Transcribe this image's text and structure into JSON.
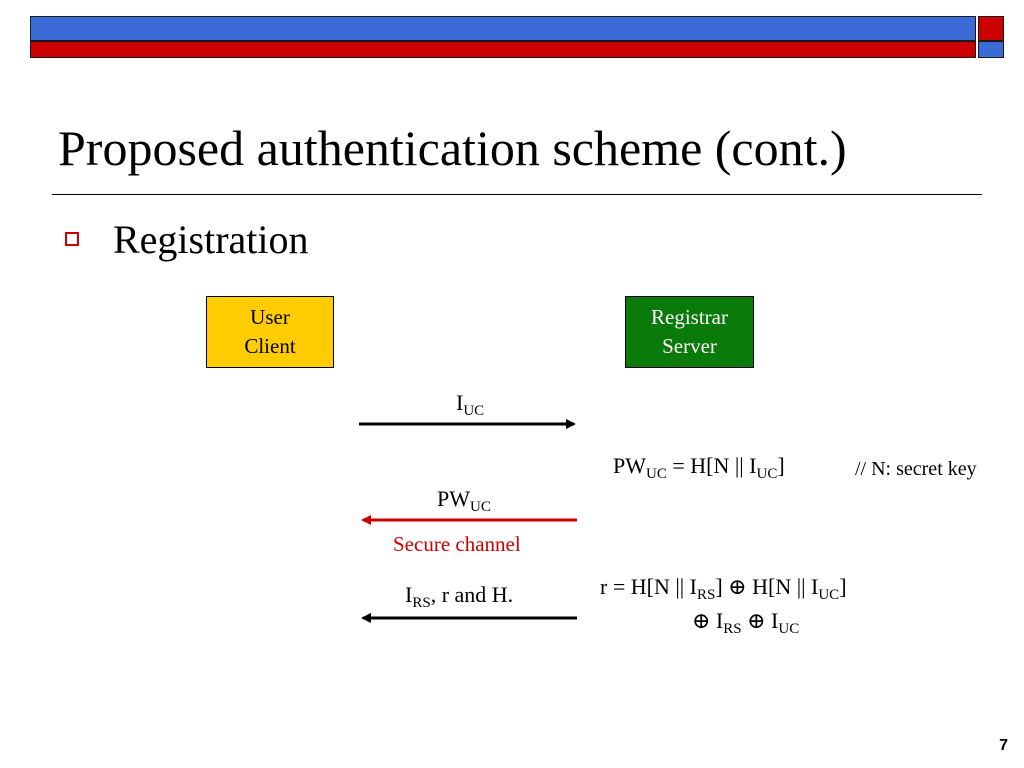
{
  "slide": {
    "title": "Proposed authentication scheme (cont.)",
    "bullet": "Registration",
    "page_number": "7"
  },
  "entities": {
    "user_client": {
      "line1": "User",
      "line2": "Client",
      "fill": "#ffcc00"
    },
    "registrar_server": {
      "line1": "Registrar",
      "line2": "Server",
      "fill": "#0a7a0a"
    }
  },
  "messages": {
    "m1": {
      "base": "I",
      "sub": "UC",
      "direction": "to-server",
      "color": "#000000"
    },
    "m2": {
      "base": "PW",
      "sub": "UC",
      "note": "Secure channel",
      "direction": "to-client",
      "color": "#cc0000"
    },
    "m3": {
      "base": "I",
      "sub": "RS",
      "tail": ", r and H.",
      "direction": "to-client",
      "color": "#000000"
    }
  },
  "computations": {
    "pw": {
      "p1": "PW",
      "s1": "UC",
      "p2": " = H[N || I",
      "s2": "UC",
      "p3": "]",
      "comment": "// N: secret key"
    },
    "r_line1": {
      "p1": "r = H[N || I",
      "s1": "RS",
      "p2": "] ⊕ H[N || I",
      "s2": "UC",
      "p3": "]"
    },
    "r_line2": {
      "p1": "⊕ I",
      "s1": "RS",
      "p2": " ⊕ I",
      "s2": "UC"
    }
  },
  "colors": {
    "accent_red": "#cc0000",
    "accent_blue": "#3b6bd6"
  }
}
